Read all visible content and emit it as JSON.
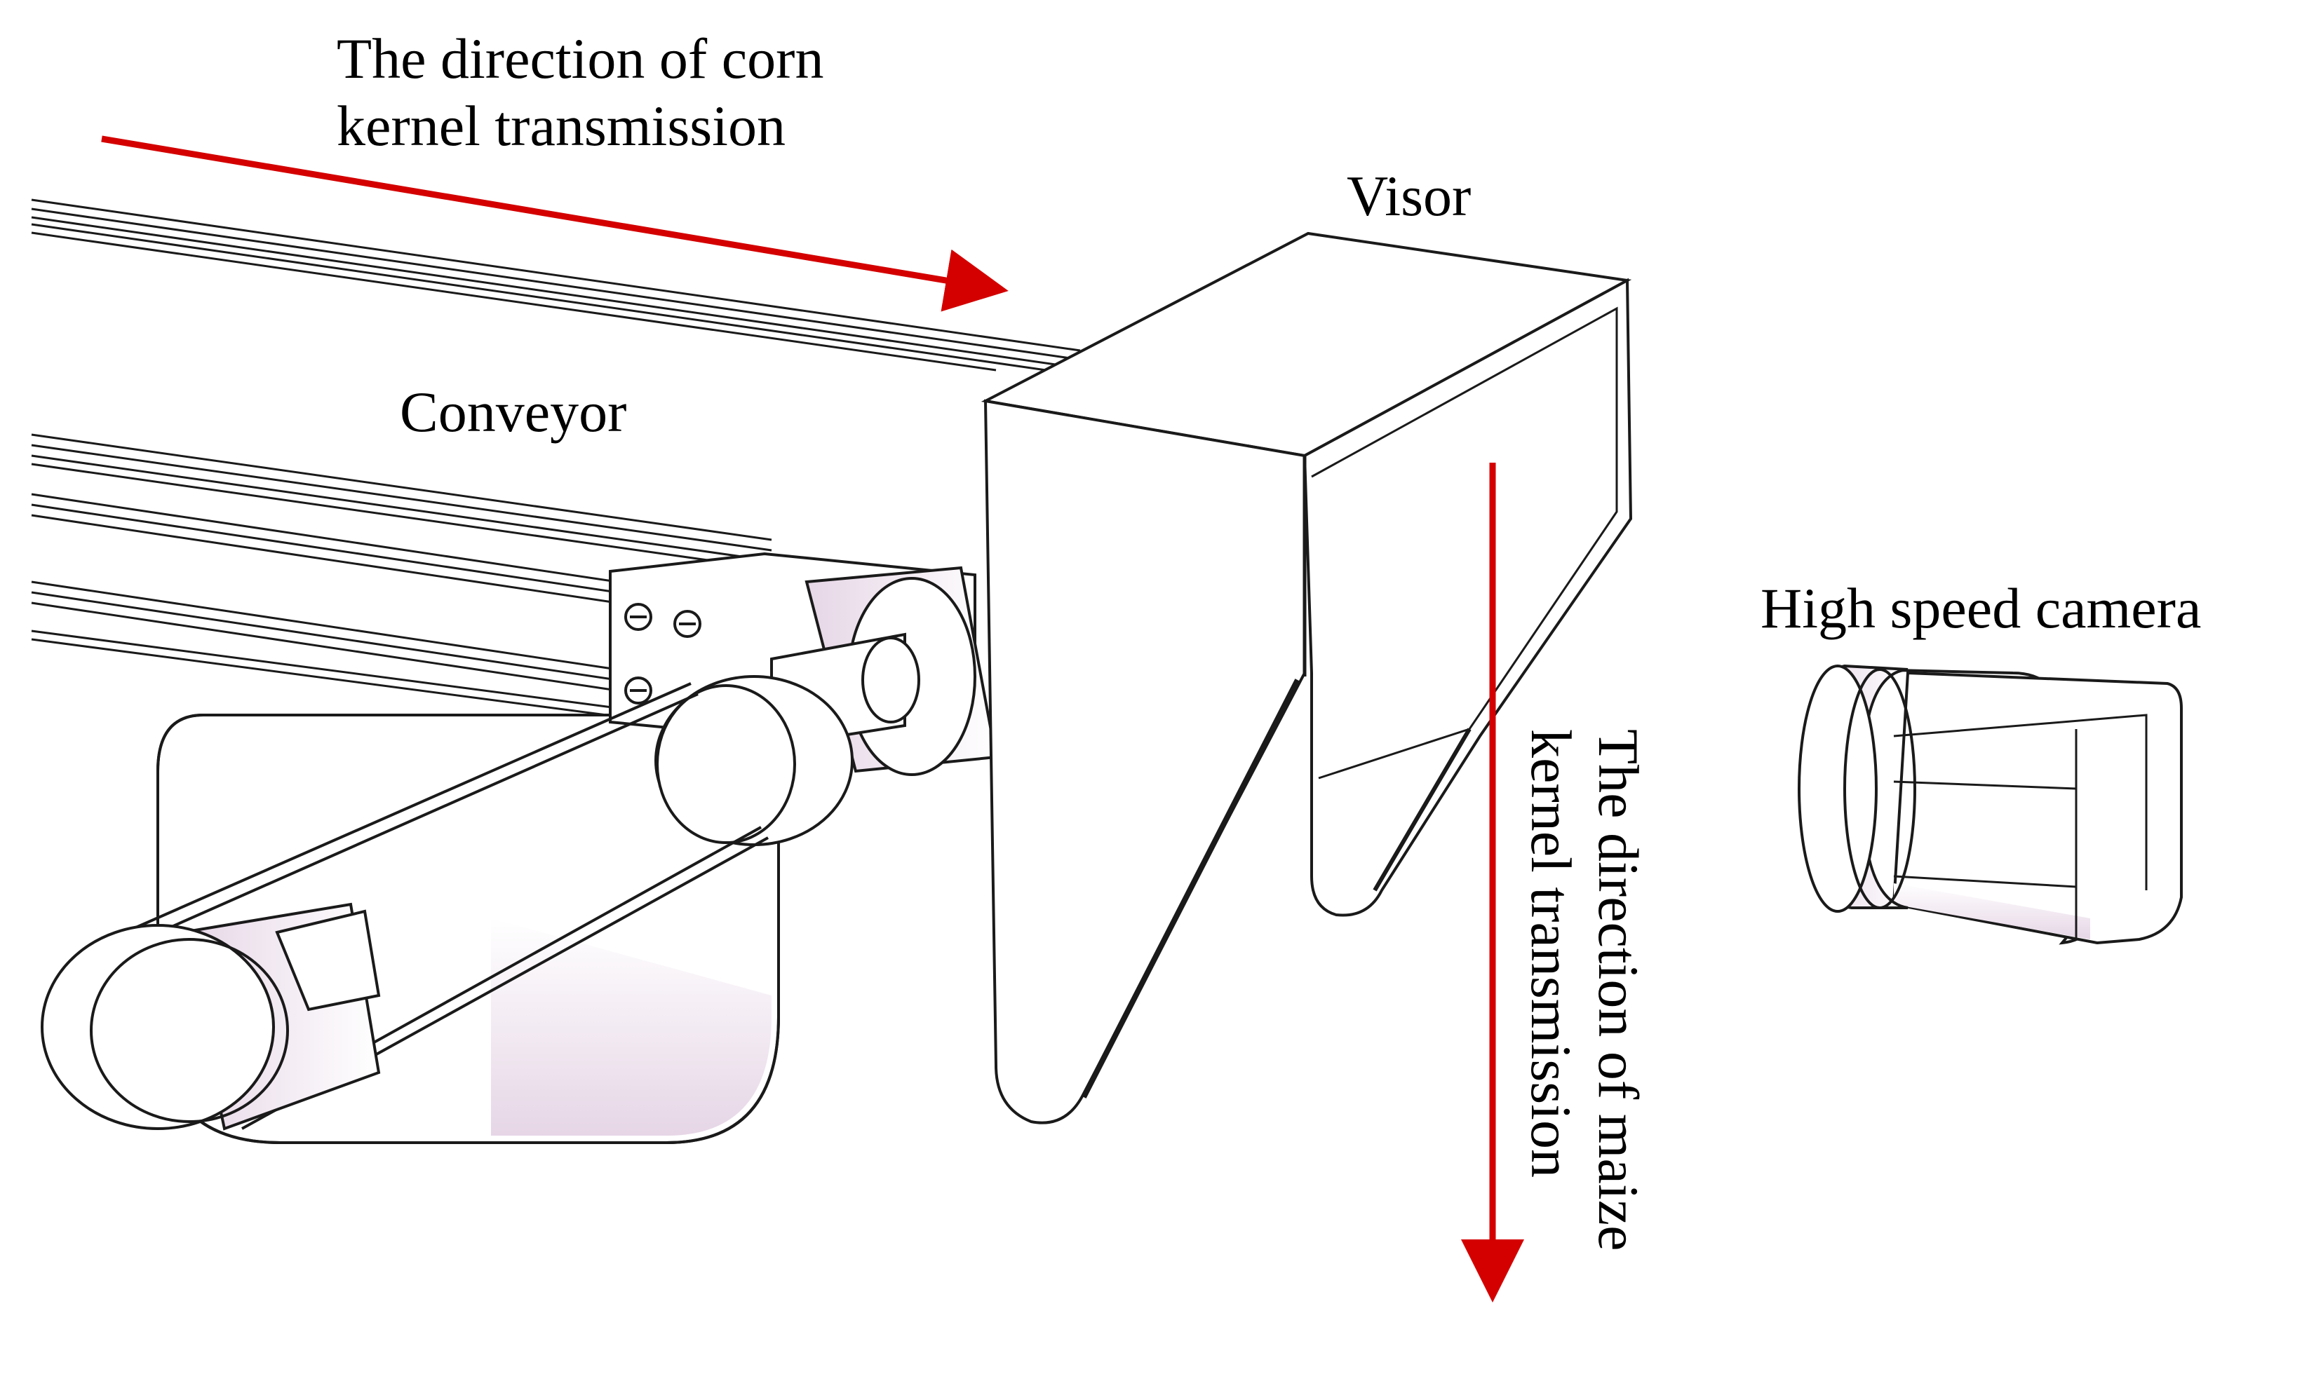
{
  "labels": {
    "top_arrow_line1": "The direction of corn",
    "top_arrow_line2": "kernel transmission",
    "conveyor": "Conveyor",
    "visor": "Visor",
    "camera": "High speed camera",
    "vertical_line1": "The direction of maize",
    "vertical_line2": "kernel transmission"
  },
  "colors": {
    "arrow": "#d40000",
    "line": "#1a1a1a",
    "shade": "#e8d9e8",
    "background": "#ffffff"
  }
}
